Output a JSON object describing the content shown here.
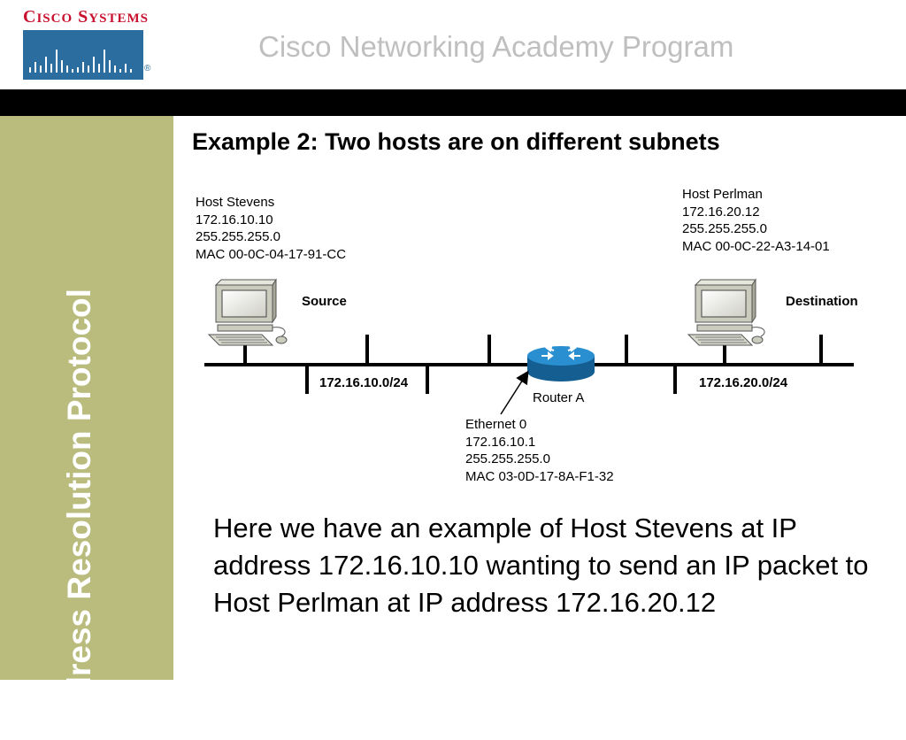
{
  "header": {
    "logo_text": "Cisco Systems",
    "program_title": "Cisco Networking Academy Program"
  },
  "sidebar": {
    "title": "Address Resolution Protocol"
  },
  "slide": {
    "title": "Example 2:  Two hosts are on different subnets"
  },
  "diagram": {
    "source_host": {
      "name": "Host Stevens",
      "ip": "172.16.10.10",
      "mask": "255.255.255.0",
      "mac": "MAC 00-0C-04-17-91-CC",
      "role": "Source"
    },
    "destination_host": {
      "name": "Host Perlman",
      "ip": "172.16.20.12",
      "mask": "255.255.255.0",
      "mac": "MAC 00-0C-22-A3-14-01",
      "role": "Destination"
    },
    "router": {
      "name": "Router A",
      "interface": "Ethernet 0",
      "ip": "172.16.10.1",
      "mask": "255.255.255.0",
      "mac": "MAC 03-0D-17-8A-F1-32"
    },
    "subnets": {
      "left": "172.16.10.0/24",
      "right": "172.16.20.0/24"
    }
  },
  "body_text": "Here we have an example of Host Stevens at IP address 172.16.10.10 wanting to send an IP packet to Host Perlman at IP address 172.16.20.12",
  "colors": {
    "sidebar": "#b9bc7d",
    "cisco_red": "#c8102e",
    "cisco_blue": "#2b6d9e",
    "router_blue": "#1e7fc0"
  }
}
